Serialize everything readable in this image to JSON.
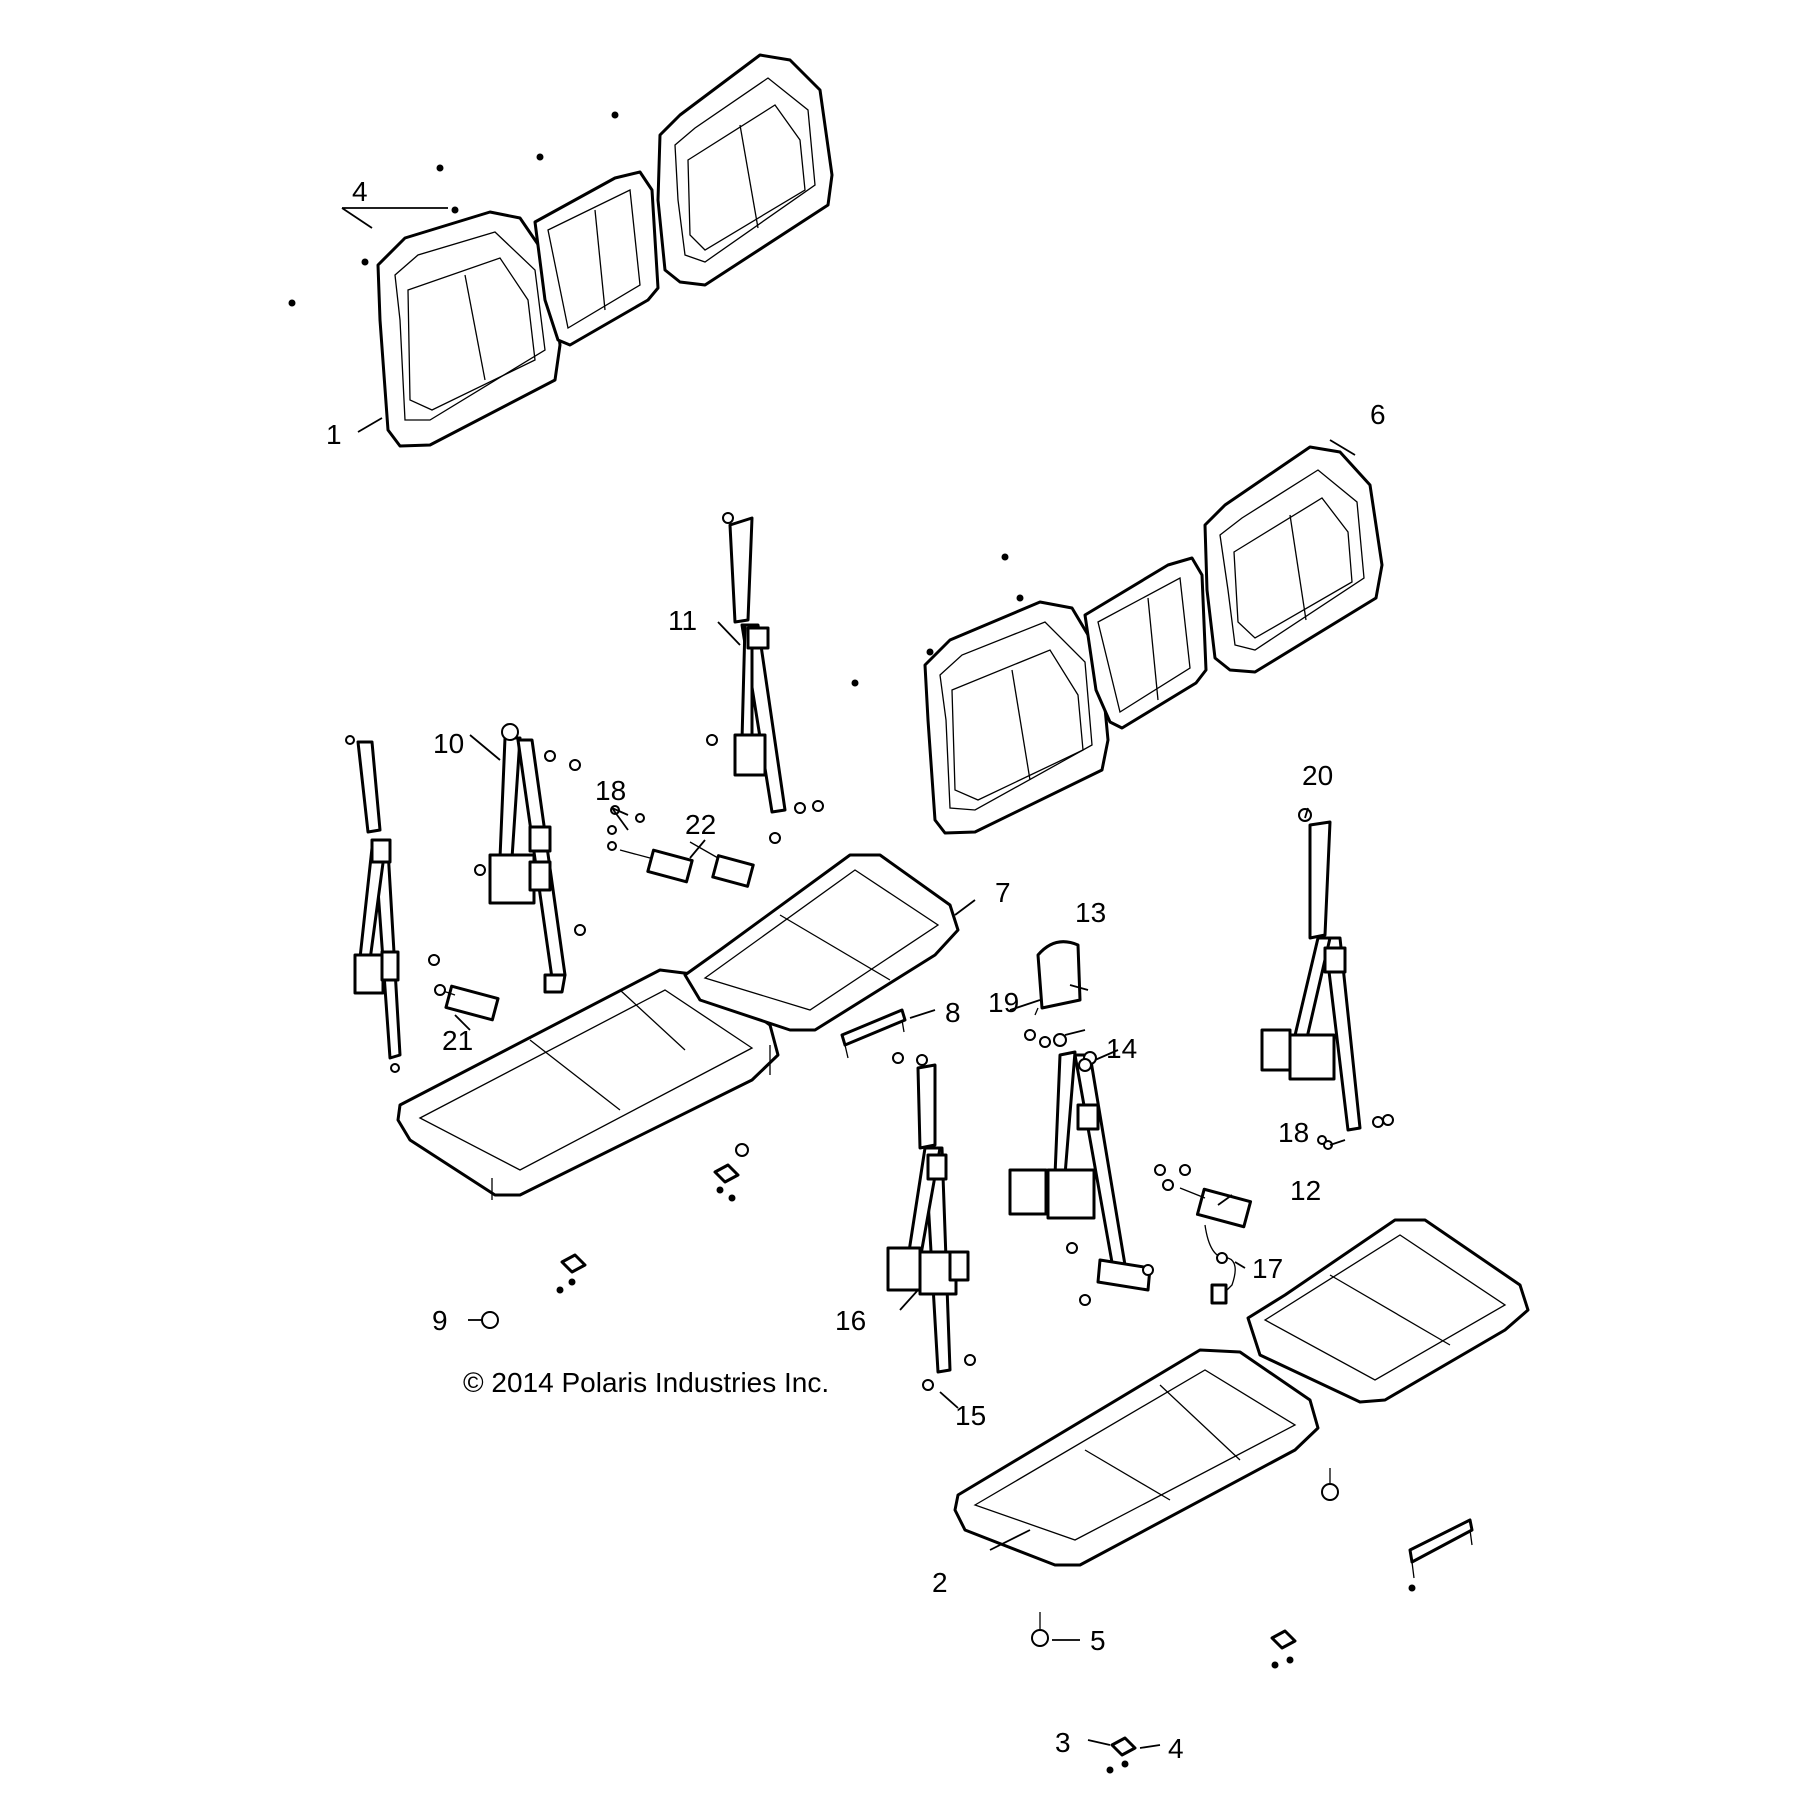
{
  "copyright": "© 2014 Polaris Industries Inc.",
  "callouts": {
    "c1": "1",
    "c2": "2",
    "c3": "3",
    "c4a": "4",
    "c4b": "4",
    "c5": "5",
    "c6": "6",
    "c7": "7",
    "c8": "8",
    "c9": "9",
    "c10": "10",
    "c11": "11",
    "c12": "12",
    "c13": "13",
    "c14": "14",
    "c15": "15",
    "c16": "16",
    "c17": "17",
    "c18a": "18",
    "c18b": "18",
    "c19": "19",
    "c20": "20",
    "c21": "21",
    "c22": "22"
  }
}
